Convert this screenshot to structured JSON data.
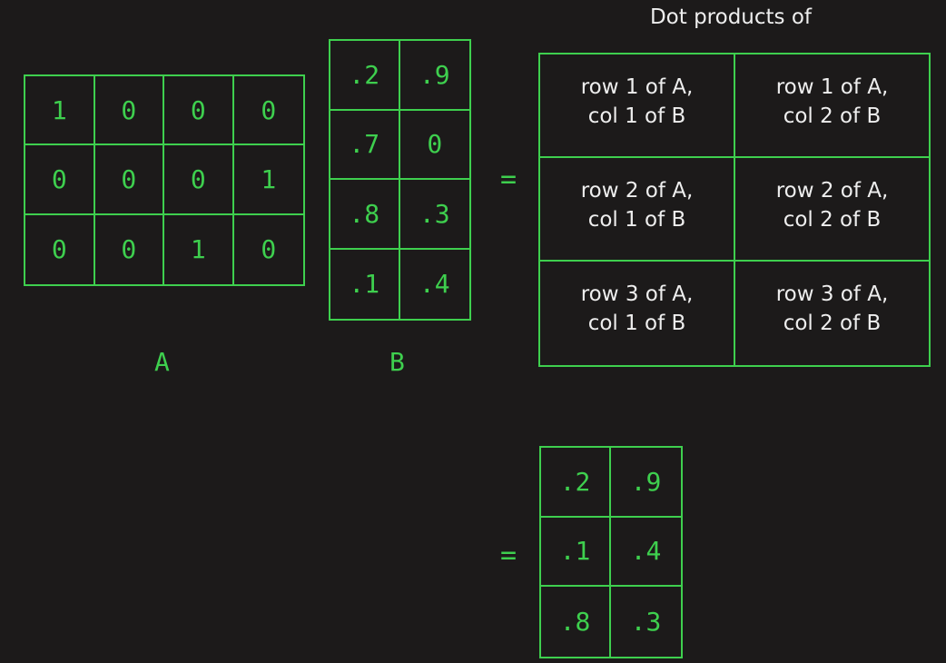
{
  "matrix_a": {
    "label": "A",
    "rows": [
      [
        "1",
        "0",
        "0",
        "0"
      ],
      [
        "0",
        "0",
        "0",
        "1"
      ],
      [
        "0",
        "0",
        "1",
        "0"
      ]
    ]
  },
  "matrix_b": {
    "label": "B",
    "rows": [
      [
        ".2",
        ".9"
      ],
      [
        ".7",
        "0"
      ],
      [
        ".8",
        ".3"
      ],
      [
        ".1",
        ".4"
      ]
    ]
  },
  "equals_symbol": "=",
  "dot_products": {
    "title": "Dot products of",
    "rows": [
      [
        "row 1 of A,\ncol 1 of B",
        "row 1 of A,\ncol 2 of B"
      ],
      [
        "row 2 of A,\ncol 1 of B",
        "row 2 of A,\ncol 2 of B"
      ],
      [
        "row 3 of A,\ncol 1 of B",
        "row 3 of A,\ncol 2 of B"
      ]
    ]
  },
  "result": {
    "rows": [
      [
        ".2",
        ".9"
      ],
      [
        ".1",
        ".4"
      ],
      [
        ".8",
        ".3"
      ]
    ]
  },
  "colors": {
    "matrix_green": "#3ecf4e",
    "background": "#1c1a1a",
    "text_white": "#eeeeee"
  }
}
